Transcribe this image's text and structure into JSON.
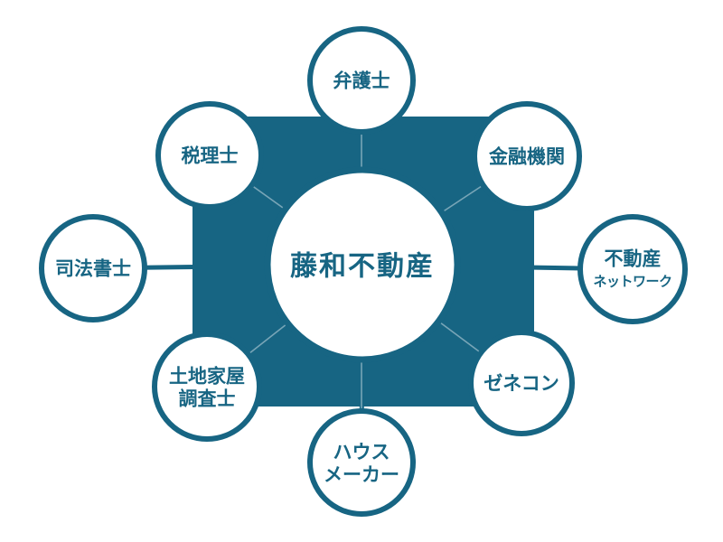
{
  "diagram": {
    "accent_color": "#176583",
    "center": {
      "label": "藤和不動産"
    },
    "nodes": [
      {
        "id": "lawyer",
        "lines": [
          "弁護士"
        ]
      },
      {
        "id": "financial-institution",
        "lines": [
          "金融機関"
        ]
      },
      {
        "id": "realestate-network",
        "lines": [
          "不動産",
          "ネットワーク"
        ]
      },
      {
        "id": "general-contractor",
        "lines": [
          "ゼネコン"
        ]
      },
      {
        "id": "house-maker",
        "lines": [
          "ハウス",
          "メーカー"
        ]
      },
      {
        "id": "land-house-surveyor",
        "lines": [
          "土地家屋",
          "調査士"
        ]
      },
      {
        "id": "judicial-scrivener",
        "lines": [
          "司法書士"
        ]
      },
      {
        "id": "tax-accountant",
        "lines": [
          "税理士"
        ]
      }
    ]
  }
}
